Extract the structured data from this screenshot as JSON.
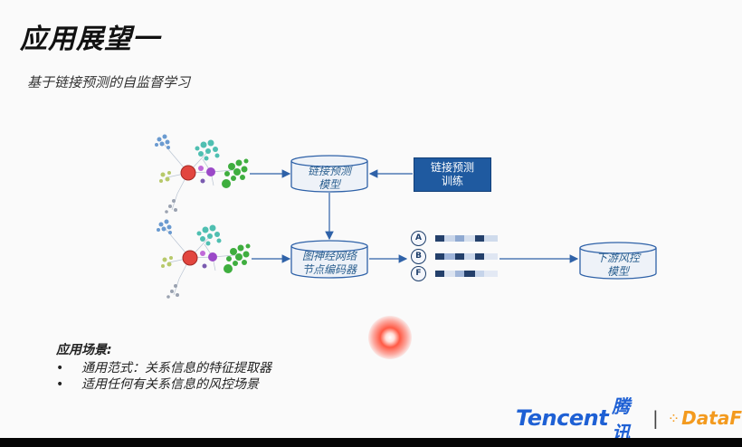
{
  "title": "应用展望一",
  "subtitle": "基于链接预测的自监督学习",
  "diagram": {
    "link_model": [
      "链接预测",
      "模型"
    ],
    "train_box": [
      "链接预测",
      "训练"
    ],
    "encoder": [
      "图神经网络",
      "节点编码器"
    ],
    "downstream": [
      "下游风控",
      "模型"
    ],
    "node_labels": [
      "A",
      "B",
      "F"
    ]
  },
  "scenario": {
    "heading": "应用场景:",
    "items": [
      "通用范式：关系信息的特征提取器",
      "适用任何有关系信息的风控场景"
    ]
  },
  "brand": {
    "company_en": "Tencent",
    "company_cn": "腾讯",
    "separator": "|",
    "sub": "DataF"
  },
  "colors": {
    "accent_blue": "#1f5aa0",
    "arrow": "#2f62a8",
    "brand_blue": "#1e60d4",
    "brand_orange": "#f39a1e"
  }
}
